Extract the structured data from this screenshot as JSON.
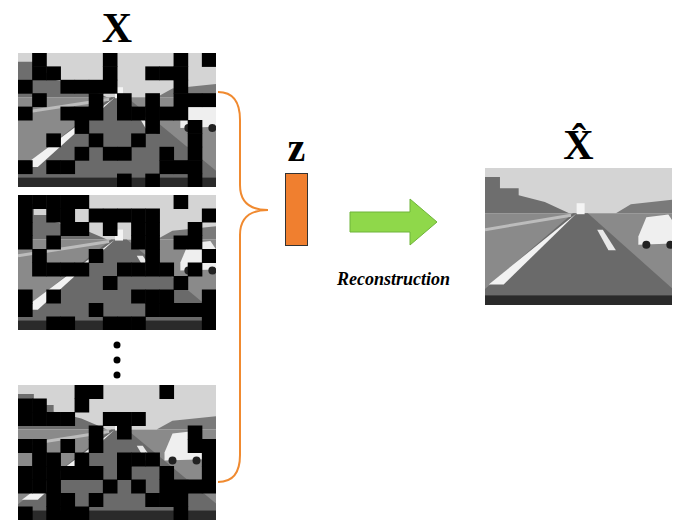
{
  "diagram": {
    "nodes": [
      {
        "text": [
          "X"
        ]
      },
      {
        "text": [
          "z"
        ]
      },
      {
        "text": [
          "X̂"
        ]
      }
    ],
    "edges": [
      {
        "from": 1,
        "to": 2,
        "arrow": "to",
        "label": "Reconstruction"
      }
    ]
  }
}
